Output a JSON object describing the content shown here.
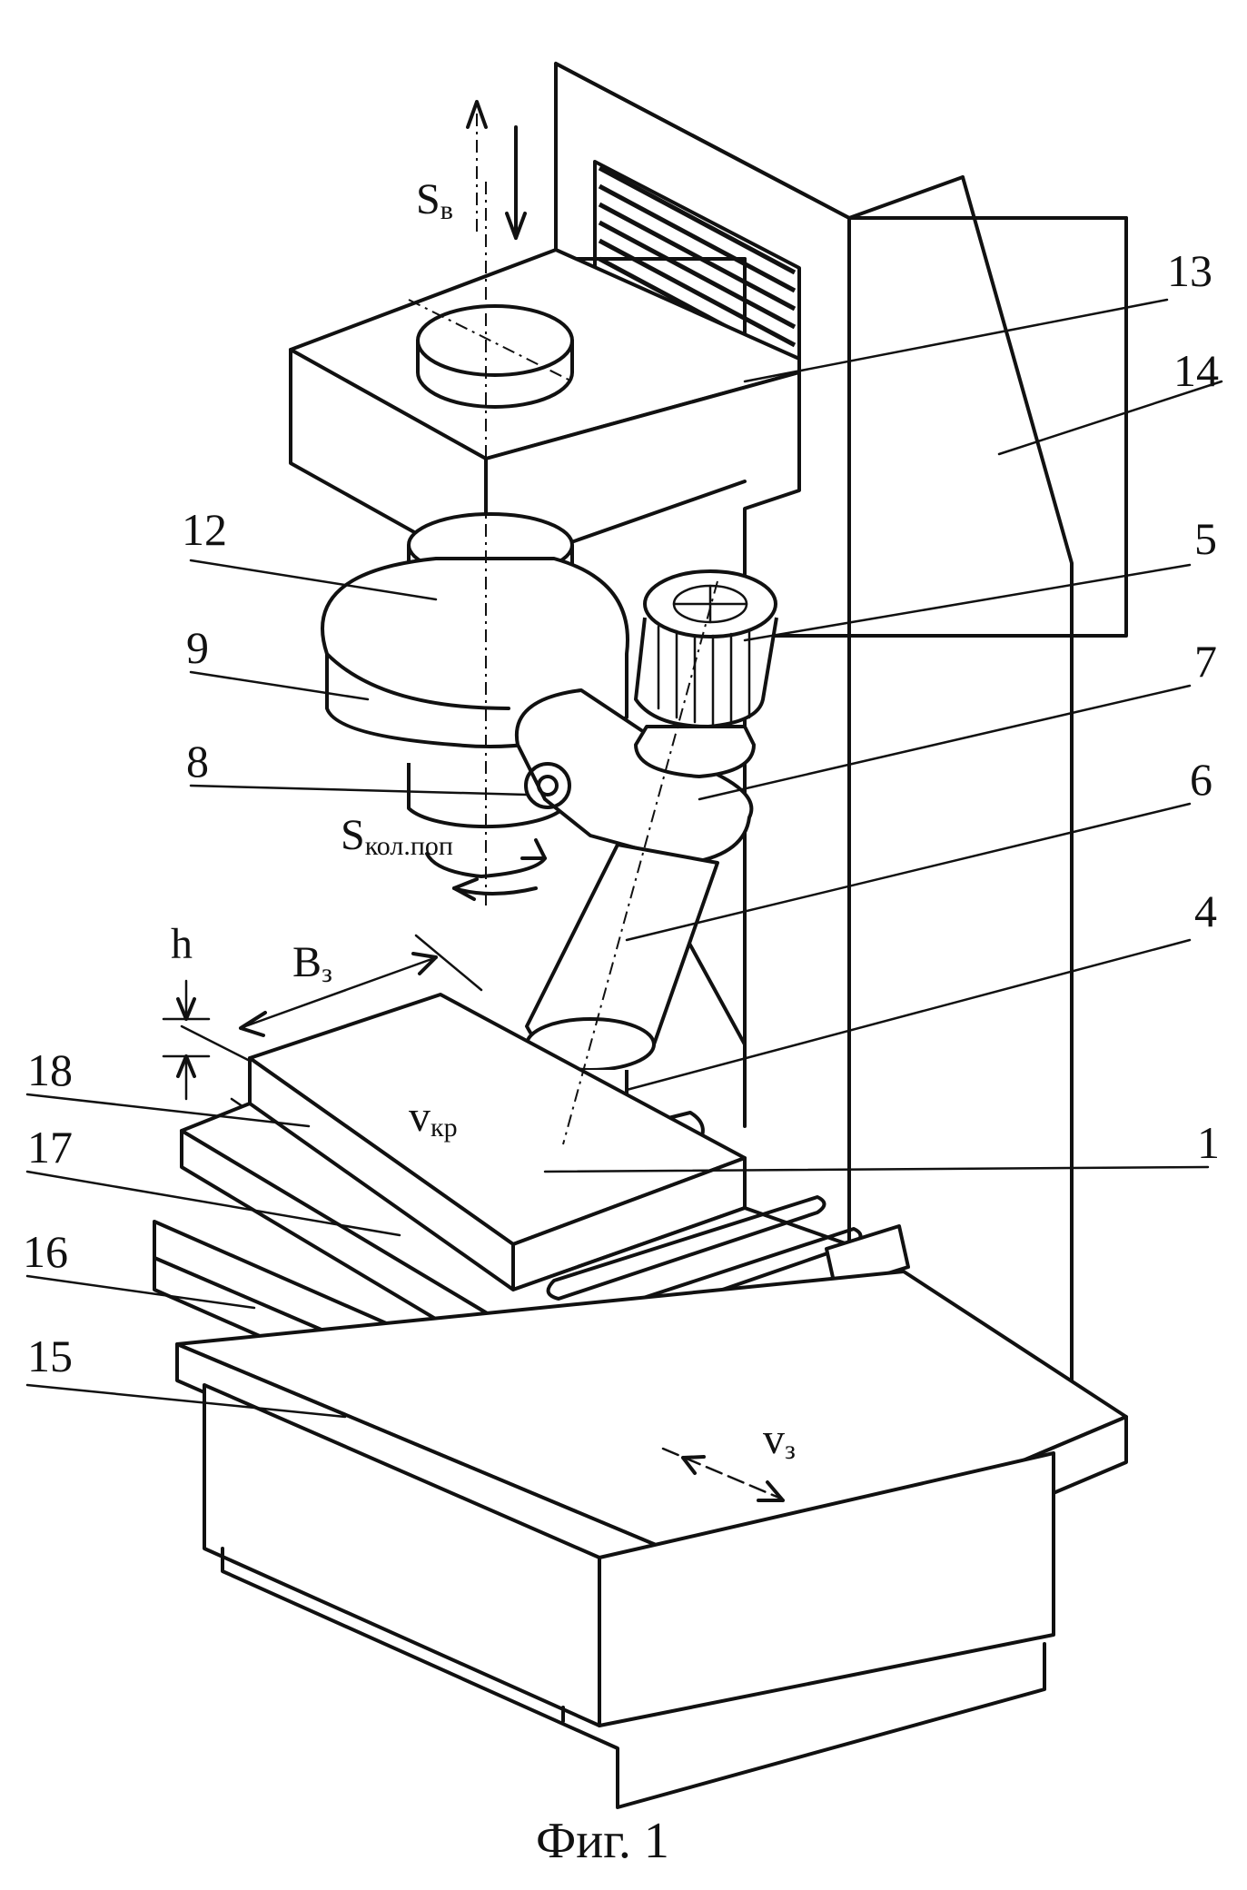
{
  "caption": "Фиг. 1",
  "callouts": [
    "13",
    "14",
    "12",
    "5",
    "9",
    "7",
    "8",
    "6",
    "4",
    "18",
    "1",
    "17",
    "16",
    "15"
  ],
  "symbols": {
    "s_v_main": "S",
    "s_v_sub": "в",
    "s_kol_main": "S",
    "s_kol_sub": "кол.поп",
    "h": "h",
    "b_main": "B",
    "b_sub": "з",
    "v_kr_main": "v",
    "v_kr_sub": "кр",
    "v_z_main": "v",
    "v_z_sub": "з"
  },
  "colors": {
    "ink": "#111111",
    "paper": "#ffffff"
  }
}
